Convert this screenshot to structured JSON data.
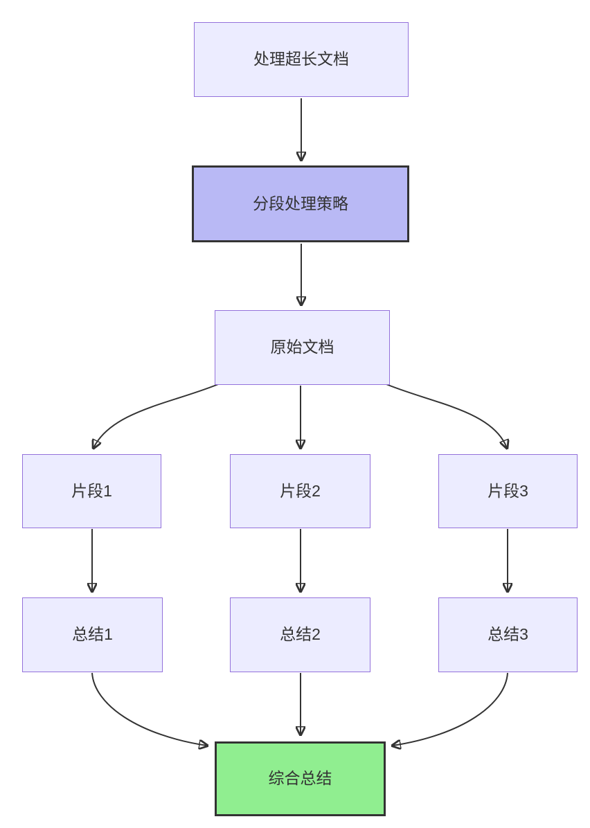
{
  "diagram": {
    "type": "flowchart",
    "direction": "top-down",
    "nodes": [
      {
        "id": "process-long-doc",
        "label": "处理超长文档",
        "style": "default"
      },
      {
        "id": "segmentation-strategy",
        "label": "分段处理策略",
        "style": "emphasis"
      },
      {
        "id": "original-doc",
        "label": "原始文档",
        "style": "default"
      },
      {
        "id": "fragment-1",
        "label": "片段1",
        "style": "default"
      },
      {
        "id": "fragment-2",
        "label": "片段2",
        "style": "default"
      },
      {
        "id": "fragment-3",
        "label": "片段3",
        "style": "default"
      },
      {
        "id": "summary-1",
        "label": "总结1",
        "style": "default"
      },
      {
        "id": "summary-2",
        "label": "总结2",
        "style": "default"
      },
      {
        "id": "summary-3",
        "label": "总结3",
        "style": "default"
      },
      {
        "id": "final-summary",
        "label": "综合总结",
        "style": "success"
      }
    ],
    "edges": [
      {
        "from": "process-long-doc",
        "to": "segmentation-strategy"
      },
      {
        "from": "segmentation-strategy",
        "to": "original-doc"
      },
      {
        "from": "original-doc",
        "to": "fragment-1"
      },
      {
        "from": "original-doc",
        "to": "fragment-2"
      },
      {
        "from": "original-doc",
        "to": "fragment-3"
      },
      {
        "from": "fragment-1",
        "to": "summary-1"
      },
      {
        "from": "fragment-2",
        "to": "summary-2"
      },
      {
        "from": "fragment-3",
        "to": "summary-3"
      },
      {
        "from": "summary-1",
        "to": "final-summary"
      },
      {
        "from": "summary-2",
        "to": "final-summary"
      },
      {
        "from": "summary-3",
        "to": "final-summary"
      }
    ],
    "colors": {
      "node_fill": "#ECECFF",
      "node_border": "#9370DB",
      "emphasis_fill": "#b9b9f5",
      "emphasis_border": "#333333",
      "success_fill": "#90EE90",
      "success_border": "#333333",
      "edge": "#333333",
      "text": "#333333",
      "background": "#ffffff"
    }
  }
}
